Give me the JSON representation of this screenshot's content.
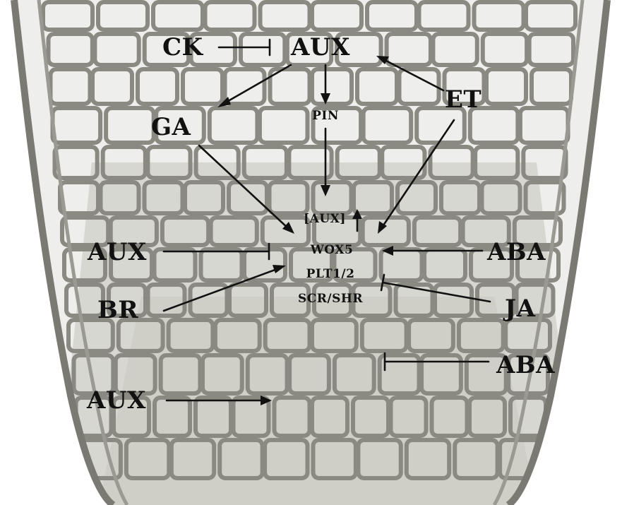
{
  "hormones": {
    "ck": "CK",
    "aux_top": "AUX",
    "et": "ET",
    "ga": "GA",
    "aux_left": "AUX",
    "br": "BR",
    "aux_bottom": "AUX",
    "aba_mid": "ABA",
    "ja": "JA",
    "aba_low": "ABA"
  },
  "center": {
    "pin": "PIN",
    "aux_conc": "[AUX]",
    "wox5": "WOX5",
    "plt": "PLT1/2",
    "scr_shr": "SCR/SHR"
  },
  "colors": {
    "text": "#111111",
    "arrow": "#111111",
    "tissue_light": "#eeeeec",
    "tissue_mid": "#c9c9c3",
    "cell_wall": "#8a8a82"
  }
}
